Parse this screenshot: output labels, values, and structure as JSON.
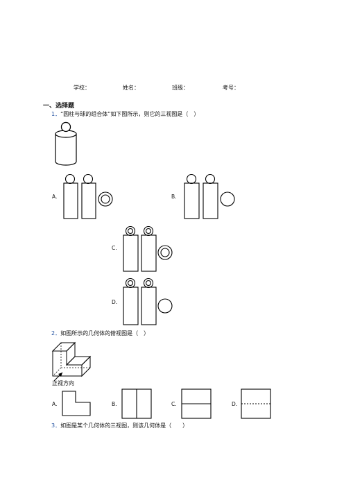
{
  "header": {
    "school": "学校：",
    "name": "姓名：",
    "class": "班级：",
    "exam_no": "考号："
  },
  "section_title": "一、选择题",
  "questions": [
    {
      "number": "1．",
      "text": "“圆柱与球的组合体”如下图所示，则它的三视图是（　）",
      "options": [
        "A.",
        "B.",
        "C.",
        "D."
      ]
    },
    {
      "number": "2．",
      "text": "如图所示的几何体的俯视图是（　）",
      "figure_label": "正视方向",
      "options": [
        "A.",
        "B.",
        "C.",
        "D."
      ]
    },
    {
      "number": "3．",
      "text": "如图是某个几何体的三视图，则该几何体是（　　）"
    }
  ]
}
